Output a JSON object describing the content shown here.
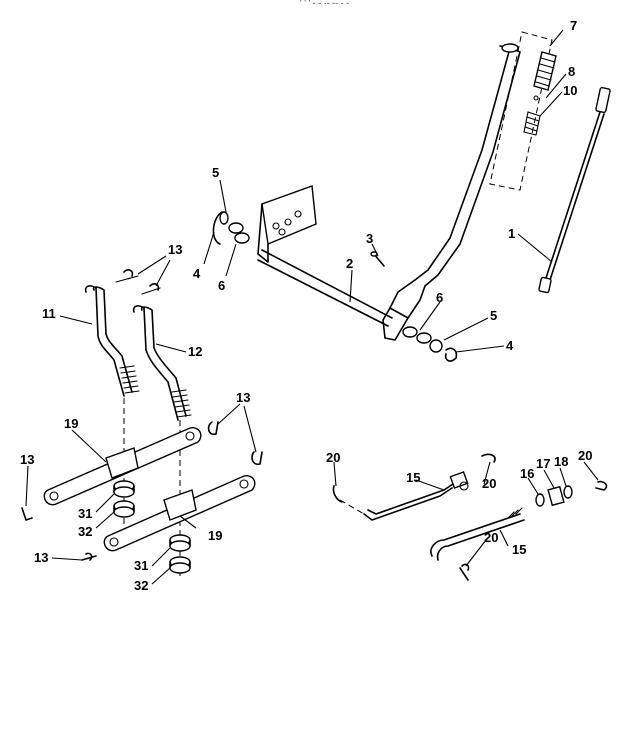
{
  "header": {
    "text": "' ' ' - - ·- -- - -"
  },
  "labels": [
    {
      "id": "lbl-7",
      "text": "7"
    },
    {
      "id": "lbl-8",
      "text": "8"
    },
    {
      "id": "lbl-10",
      "text": "10"
    },
    {
      "id": "lbl-1",
      "text": "1"
    },
    {
      "id": "lbl-5a",
      "text": "5"
    },
    {
      "id": "lbl-4a",
      "text": "4"
    },
    {
      "id": "lbl-6a",
      "text": "6"
    },
    {
      "id": "lbl-3",
      "text": "3"
    },
    {
      "id": "lbl-2",
      "text": "2"
    },
    {
      "id": "lbl-6b",
      "text": "6"
    },
    {
      "id": "lbl-5b",
      "text": "5"
    },
    {
      "id": "lbl-4b",
      "text": "4"
    },
    {
      "id": "lbl-13a",
      "text": "13"
    },
    {
      "id": "lbl-11",
      "text": "11"
    },
    {
      "id": "lbl-12",
      "text": "12"
    },
    {
      "id": "lbl-13b",
      "text": "13"
    },
    {
      "id": "lbl-19a",
      "text": "19"
    },
    {
      "id": "lbl-13c",
      "text": "13"
    },
    {
      "id": "lbl-31a",
      "text": "31"
    },
    {
      "id": "lbl-32a",
      "text": "32"
    },
    {
      "id": "lbl-19b",
      "text": "19"
    },
    {
      "id": "lbl-13d",
      "text": "13"
    },
    {
      "id": "lbl-31b",
      "text": "31"
    },
    {
      "id": "lbl-32b",
      "text": "32"
    },
    {
      "id": "lbl-20a",
      "text": "20"
    },
    {
      "id": "lbl-15a",
      "text": "15"
    },
    {
      "id": "lbl-20b",
      "text": "20"
    },
    {
      "id": "lbl-16",
      "text": "16"
    },
    {
      "id": "lbl-17",
      "text": "17"
    },
    {
      "id": "lbl-18",
      "text": "18"
    },
    {
      "id": "lbl-20c",
      "text": "20"
    },
    {
      "id": "lbl-20d",
      "text": "20"
    },
    {
      "id": "lbl-15b",
      "text": "15"
    }
  ]
}
